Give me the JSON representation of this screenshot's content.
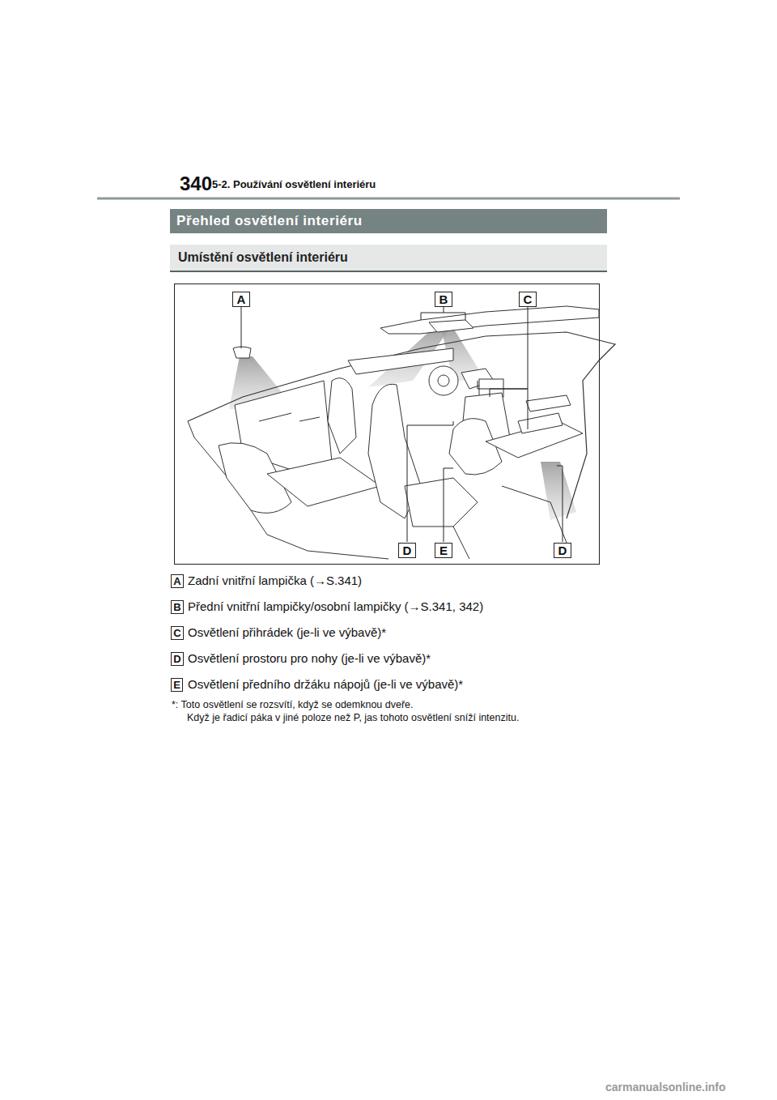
{
  "diagram": {
    "title": "Přehled osvětlení interiéru",
    "nodes": [
      {
        "text": [
          "Umístění osvětlení interiéru"
        ]
      },
      {
        "text": [
          "A"
        ]
      },
      {
        "text": [
          "B"
        ]
      },
      {
        "text": [
          "C"
        ]
      },
      {
        "text": [
          "D"
        ]
      },
      {
        "text": [
          "E"
        ]
      },
      {
        "text": [
          "D"
        ]
      },
      {
        "text": [
          "A"
        ]
      },
      {
        "text": [
          "B"
        ]
      },
      {
        "text": [
          "C"
        ]
      },
      {
        "text": [
          "D"
        ]
      },
      {
        "text": [
          "E"
        ]
      }
    ],
    "labels": [
      "340",
      "5-2. Používání osvětlení interiéru",
      "Zadní vnitřní lampička (→S.341)",
      "Přední vnitřní lampičky/osobní lampičky (→S.341, 342)",
      "Osvětlení přihrádek (je-li ve výbavě)*",
      "Osvětlení prostoru pro nohy (je-li ve výbavě)*",
      "Osvětlení předního držáku nápojů (je-li ve výbavě)*",
      "*: Toto osvětlení se rozsvítí, když se odemknou dveře.",
      "Když je řadicí páka v jiné poloze než P, jas tohoto osvětlení sníží intenzitu.",
      "carmanualsonline.info"
    ]
  }
}
